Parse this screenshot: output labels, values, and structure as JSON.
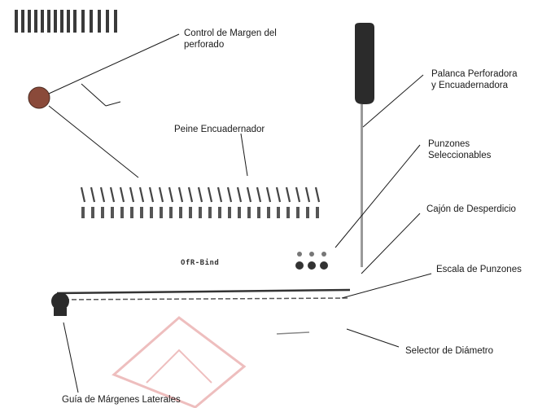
{
  "labels": {
    "control_margen_1": "Control de Margen del",
    "control_margen_2": "perforado",
    "palanca_1": "Palanca Perforadora",
    "palanca_2": "y Encuadernadora",
    "peine": "Peine Encuadernador",
    "punzones_sel_1": "Punzones",
    "punzones_sel_2": "Seleccionables",
    "cajon": "Cajón de Desperdicio",
    "escala": "Escala de Punzones",
    "selector": "Selector de Diámetro",
    "guia": "Guía de Márgenes Laterales"
  },
  "device_brand": "OfR-Bind",
  "colors": {
    "ink": "#1a1a1a",
    "dark_part": "#2b2b2b",
    "knob": "#8a4a3a",
    "watermark": "#d04848"
  }
}
